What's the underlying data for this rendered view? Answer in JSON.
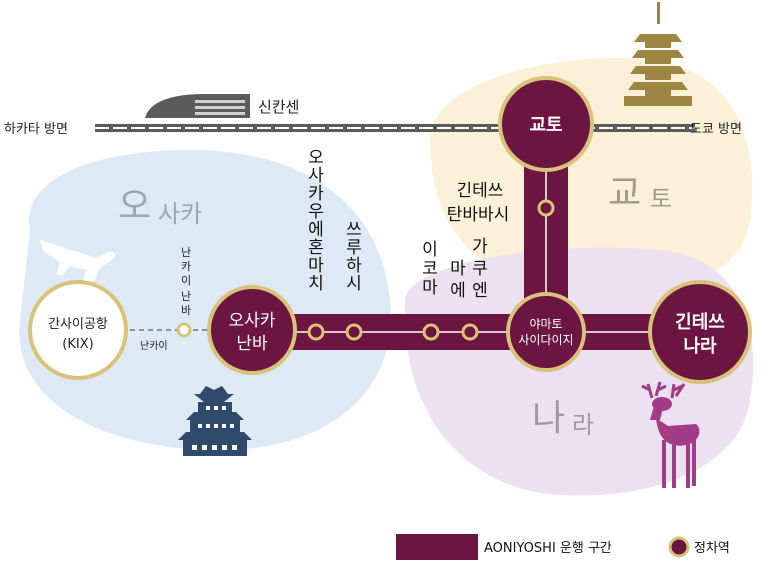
{
  "regions": {
    "osaka": {
      "big": "오",
      "small": "사카",
      "color": "#dde9f5"
    },
    "kyoto": {
      "big": "교",
      "small": "토",
      "color": "#fbf1d8"
    },
    "nara": {
      "big": "나",
      "small": "라",
      "color": "#ece1f0"
    }
  },
  "shinkansen": {
    "label": "신칸센",
    "west": "하카타 방면",
    "east": "도쿄 방면"
  },
  "stations": {
    "kyoto": "교토",
    "kintetsu_tambabashi": [
      "긴테쓰",
      "탄바바시"
    ],
    "yamato_saidaiji": [
      "야마토",
      "사이다이지"
    ],
    "kintetsu_nara": [
      "긴테쓰",
      "나라"
    ],
    "osaka_namba": [
      "오사카",
      "난바"
    ],
    "osaka_uehommachi": [
      "오",
      "사",
      "카",
      "우",
      "에",
      "혼",
      "마",
      "치"
    ],
    "tsuruhashi": [
      "쓰",
      "루",
      "하",
      "시"
    ],
    "ikoma": [
      "이",
      "코",
      "마"
    ],
    "gakuen_mae": [
      "가",
      "쿠",
      "엔",
      "마",
      "에"
    ],
    "kix": [
      "간사이공항",
      "(KIX)"
    ],
    "nankai_namba": [
      "난",
      "카",
      "이",
      "난",
      "바"
    ],
    "nankai_line": "난카이"
  },
  "legend": {
    "route_label": "AONIYOSHI 운행 구간",
    "stop_label": "정차역"
  },
  "colors": {
    "route": "#6b1540",
    "stop_ring": "#d9c27a",
    "shinkansen_gray": "#5b5b5b",
    "castle": "#2f4a6b",
    "pagoda": "#9c8641",
    "deer": "#a23c86",
    "airplane": "#ffffff"
  },
  "icons": [
    "airplane-icon",
    "osaka-castle-icon",
    "pagoda-icon",
    "deer-icon",
    "shinkansen-train-icon"
  ]
}
